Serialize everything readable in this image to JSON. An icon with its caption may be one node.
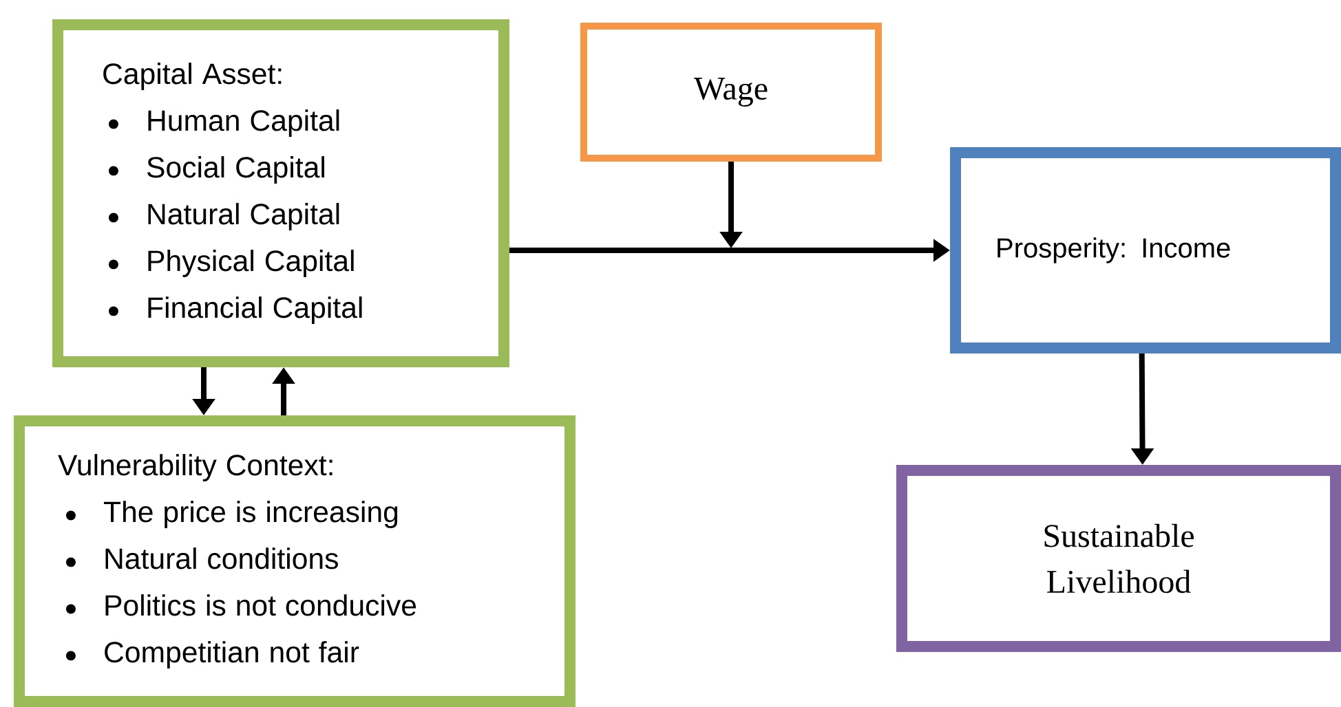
{
  "diagram": {
    "nodes": [
      {
        "text": [
          "Capital Asset:",
          "Human Capital",
          "Social Capital",
          "Natural Capital",
          "Physical Capital",
          "Financial Capital"
        ]
      },
      {
        "text": [
          "Wage"
        ]
      },
      {
        "text": [
          "Prosperity: Income"
        ]
      },
      {
        "text": [
          "Vulnerability Context:",
          "The price is increasing",
          "Natural conditions",
          "Politics is not conducive",
          "Competitian not fair"
        ]
      },
      {
        "text": [
          "Sustainable Livelihood"
        ]
      }
    ],
    "edges": [
      {
        "from": 0,
        "to": 2,
        "arrow": "to"
      },
      {
        "from": 1,
        "to": null,
        "arrow": "to"
      },
      {
        "from": 0,
        "to": 3,
        "arrow": "to"
      },
      {
        "from": 3,
        "to": 0,
        "arrow": "to"
      },
      {
        "from": 2,
        "to": 4,
        "arrow": "to"
      }
    ]
  }
}
